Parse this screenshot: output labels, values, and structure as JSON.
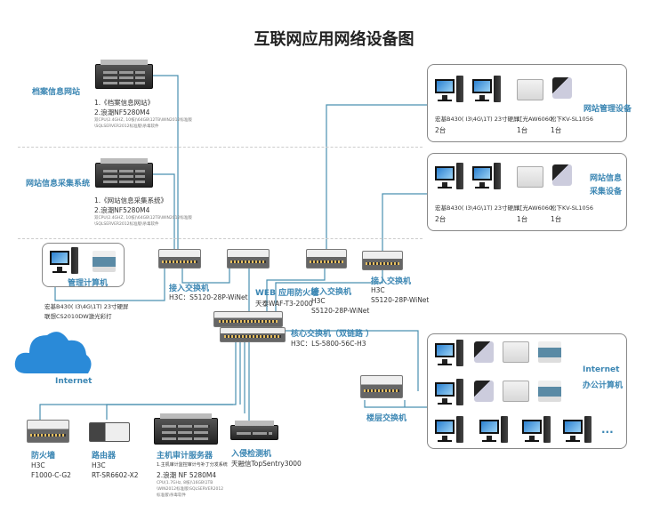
{
  "title": "互联网应用网络设备图",
  "colors": {
    "label": "#3b86b3",
    "line": "#4a90b0"
  },
  "servers": [
    {
      "label": "档案信息网站",
      "line1": "1.《档案信息网站》",
      "line2": "2.浪潮NF5280M4",
      "spec1": "双CPU(2.4GHZ, 10核)\\64GB\\12TB\\WIN2012标准版",
      "spec2": "\\SQLSERVER2012标准版\\杀毒软件"
    },
    {
      "label": "网站信息采集系统",
      "line1": "1.《网站信息采集系统》",
      "line2": "2.浪潮NF5280M4",
      "spec1": "双CPU(2.4GHZ, 10核)\\64GB\\12TB\\WIN2012标准版",
      "spec2": "\\SQLSERVER2012标准版\\杀毒软件"
    }
  ],
  "device_groups": [
    {
      "label1": "网站管理设备",
      "label2": "",
      "pc_model": "宏基B430( I3\\4G\\1T) 23寸硬屏",
      "pc_qty": "2台",
      "scanner_model": "虹光AW6060",
      "scanner_qty": "1台",
      "feeder_model": "松下KV-SL1056",
      "feeder_qty": "1台"
    },
    {
      "label1": "网站信息",
      "label2": "采集设备",
      "pc_model": "宏基B430( I3\\4G\\1T) 23寸硬屏",
      "pc_qty": "2台",
      "scanner_model": "虹光AW6060",
      "scanner_qty": "1台",
      "feeder_model": "松下KV-SL1056",
      "feeder_qty": "1台"
    }
  ],
  "mgmt": {
    "label": "管理计算机",
    "line1": "宏基B430( I3\\4G\\1T) 23寸硬屏",
    "line2": "联想CS2010DW激光彩打"
  },
  "access_switch_1": {
    "label": "接入交换机",
    "model": "H3C：S5120-28P-WiNet"
  },
  "waf": {
    "label": "WEB 应用防火墙",
    "model": "天泰WAF-T3-2000"
  },
  "access_switch_2": {
    "label": "接入交换机",
    "vendor": "H3C",
    "model": "S5120-28P-WiNet"
  },
  "access_switch_3": {
    "label": "接入交换机",
    "vendor": "H3C",
    "model": "S5120-28P-WiNet"
  },
  "core_switch": {
    "label": "核心交换机（双链路 ）",
    "model": "H3C：LS-5800-56C-H3"
  },
  "internet": {
    "label": "Internet"
  },
  "firewall": {
    "label": "防火墙",
    "vendor": "H3C",
    "model": "F1000-C-G2"
  },
  "router": {
    "label": "路由器",
    "vendor": "H3C",
    "model": "RT-SR6602-X2"
  },
  "audit": {
    "label": "主机审计服务器",
    "line1": "1.主机审计监控审计与补丁分发系统",
    "line2": "2.浪潮 NF 5280M4",
    "spec1": "CPU(1.7GHz, 8核)\\16GB\\1TB",
    "spec2": "\\WIN2012标准版\\SQLSERVER2012",
    "spec3": "标准版\\杀毒软件"
  },
  "ids": {
    "label": "入侵检测机",
    "model": "天融信TopSentry3000"
  },
  "floor_switch": {
    "label": "楼层交换机"
  },
  "office": {
    "label1": "Internet",
    "label2": "办公计算机",
    "more": "..."
  }
}
